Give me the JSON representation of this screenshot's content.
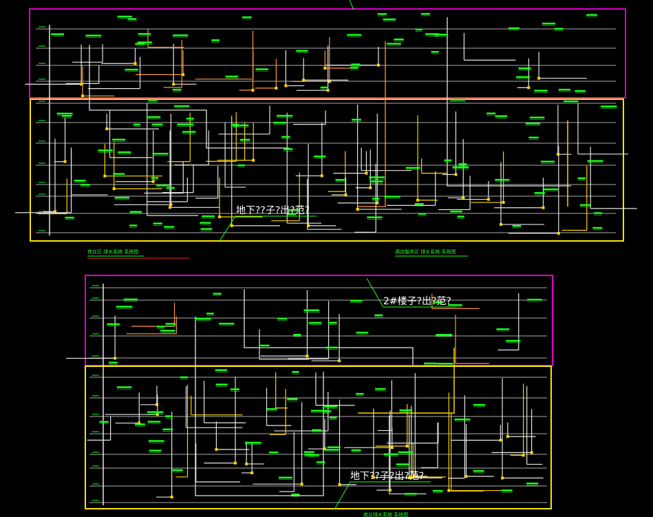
{
  "app": {
    "title": "CAD drawing viewer"
  },
  "colors": {
    "background": "#000000",
    "pipe_white": "#e6e6e6",
    "pipe_yellow": "#ffd500",
    "pipe_orange": "#ff9a3c",
    "label_green": "#1dff1d",
    "frame_magenta": "#e000c8",
    "frame_yellow": "#ffe600",
    "red_note": "#ff2020"
  },
  "drawing1": {
    "callout_text": "地下??子?出?范?",
    "caption_left": "商业区 排水系统 系统图",
    "caption_right": "酒店服务区 排水系统 系统图"
  },
  "drawing2": {
    "callout_text_2": "2#楼子?出?范?",
    "callout_text_3": "地下??子?出?范?",
    "caption_bottom": "商业排水系统 系统图"
  }
}
